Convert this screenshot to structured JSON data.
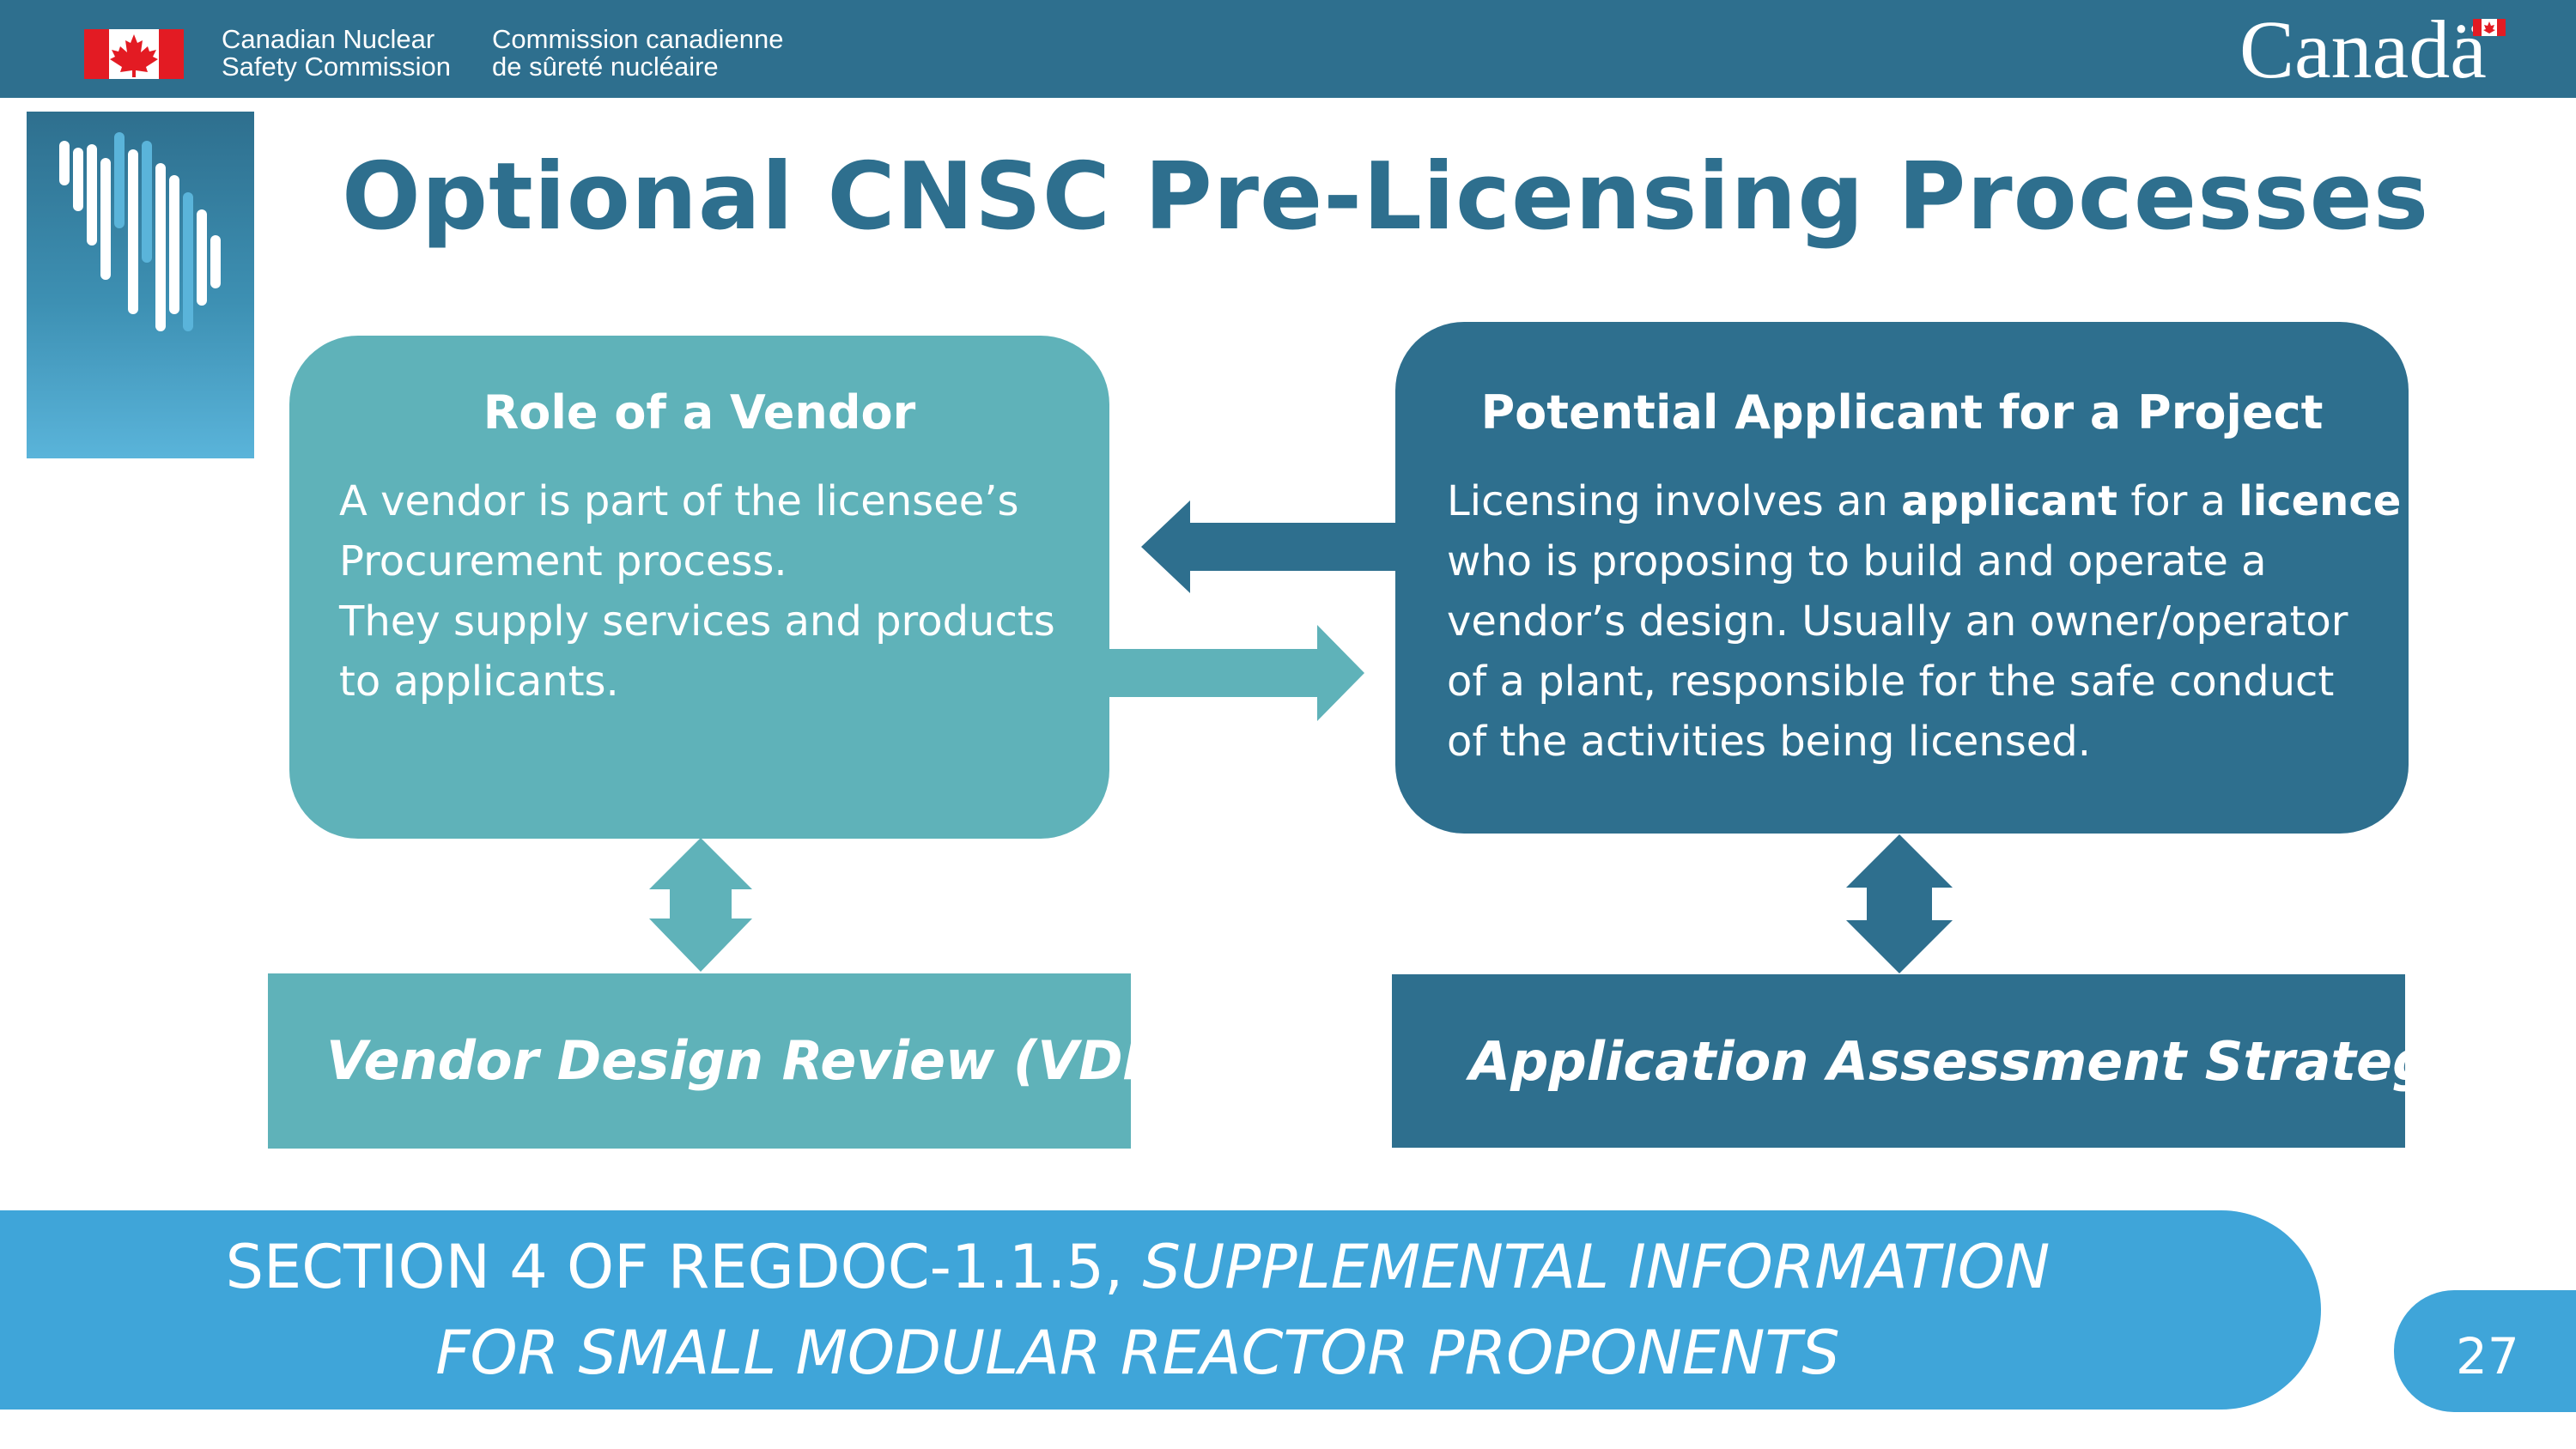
{
  "header": {
    "org_en": [
      "Canadian Nuclear",
      "Safety Commission"
    ],
    "org_fr": [
      "Commission canadienne",
      "de sûreté nucléaire"
    ],
    "wordmark": "Canadä"
  },
  "title": "Optional CNSC Pre-Licensing Processes",
  "vendor_box": {
    "heading": "Role of a Vendor",
    "lines": [
      "A vendor is part of the licensee’s",
      "Procurement process.",
      "They supply services and products",
      "to  applicants."
    ]
  },
  "applicant_box": {
    "heading": "Potential Applicant for a Project",
    "line1_a": "Licensing involves an ",
    "line1_b": "applicant",
    "line1_c": " for a ",
    "line1_d": "licence",
    "lines_rest": [
      "who is proposing to build and operate a",
      "vendor’s design. Usually an owner/operator",
      "of a plant, responsible for the safe conduct",
      "of the activities being licensed."
    ]
  },
  "vdr_label": "Vendor Design Review (VDR)",
  "aas_label": "Application Assessment Strategy",
  "footer": {
    "line1_plain": "SECTION 4 OF REGDOC-1.1.5, ",
    "line1_italic": "SUPPLEMENTAL INFORMATION",
    "line2_italic": "FOR SMALL MODULAR REACTOR PROPONENTS"
  },
  "page_number": "27",
  "colors": {
    "dark_teal": "#2e6f8e",
    "light_teal": "#5fb2b9",
    "footer_blue": "#3fa5d9",
    "flag_red": "#e31b23"
  }
}
